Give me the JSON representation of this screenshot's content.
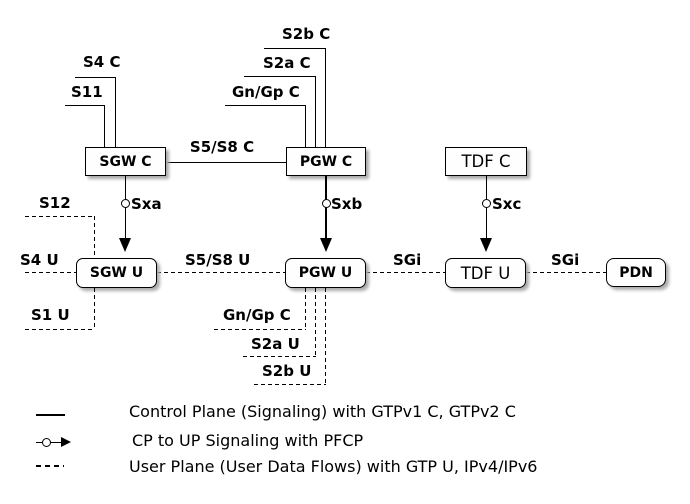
{
  "nodes": {
    "sgw_c": {
      "label": "SGW C"
    },
    "pgw_c": {
      "label": "PGW C"
    },
    "tdf_c": {
      "label": "TDF C"
    },
    "sgw_u": {
      "label": "SGW U"
    },
    "pgw_u": {
      "label": "PGW U"
    },
    "tdf_u": {
      "label": "TDF U"
    },
    "pdn": {
      "label": "PDN"
    }
  },
  "edge_labels": {
    "s4_c": "S4 C",
    "s11": "S11",
    "s2b_c": "S2b C",
    "s2a_c": "S2a C",
    "gn_gp_c_top": "Gn/Gp C",
    "s5_s8_c": "S5/S8 C",
    "s12": "S12",
    "sxa": "Sxa",
    "sxb": "Sxb",
    "sxc": "Sxc",
    "s4_u": "S4 U",
    "s5_s8_u": "S5/S8 U",
    "sgi_left": "SGi",
    "sgi_right": "SGi",
    "s1_u": "S1 U",
    "gn_gp_c_bottom": "Gn/Gp C",
    "s2a_u": "S2a U",
    "s2b_u": "S2b U"
  },
  "legend": {
    "items": [
      {
        "symbol": "solid-line-icon",
        "text": "Control Plane (Signaling) with GTPv1 C, GTPv2 C"
      },
      {
        "symbol": "circle-arrow-icon",
        "text": "CP to UP Signaling with PFCP"
      },
      {
        "symbol": "dashed-line-icon",
        "text": "User Plane (User Data Flows) with GTP U, IPv4/IPv6"
      }
    ]
  },
  "colors": {
    "line": "#000000",
    "box_fill": "#fefefe",
    "shadow": "#ababab",
    "background": "#ffffff"
  }
}
